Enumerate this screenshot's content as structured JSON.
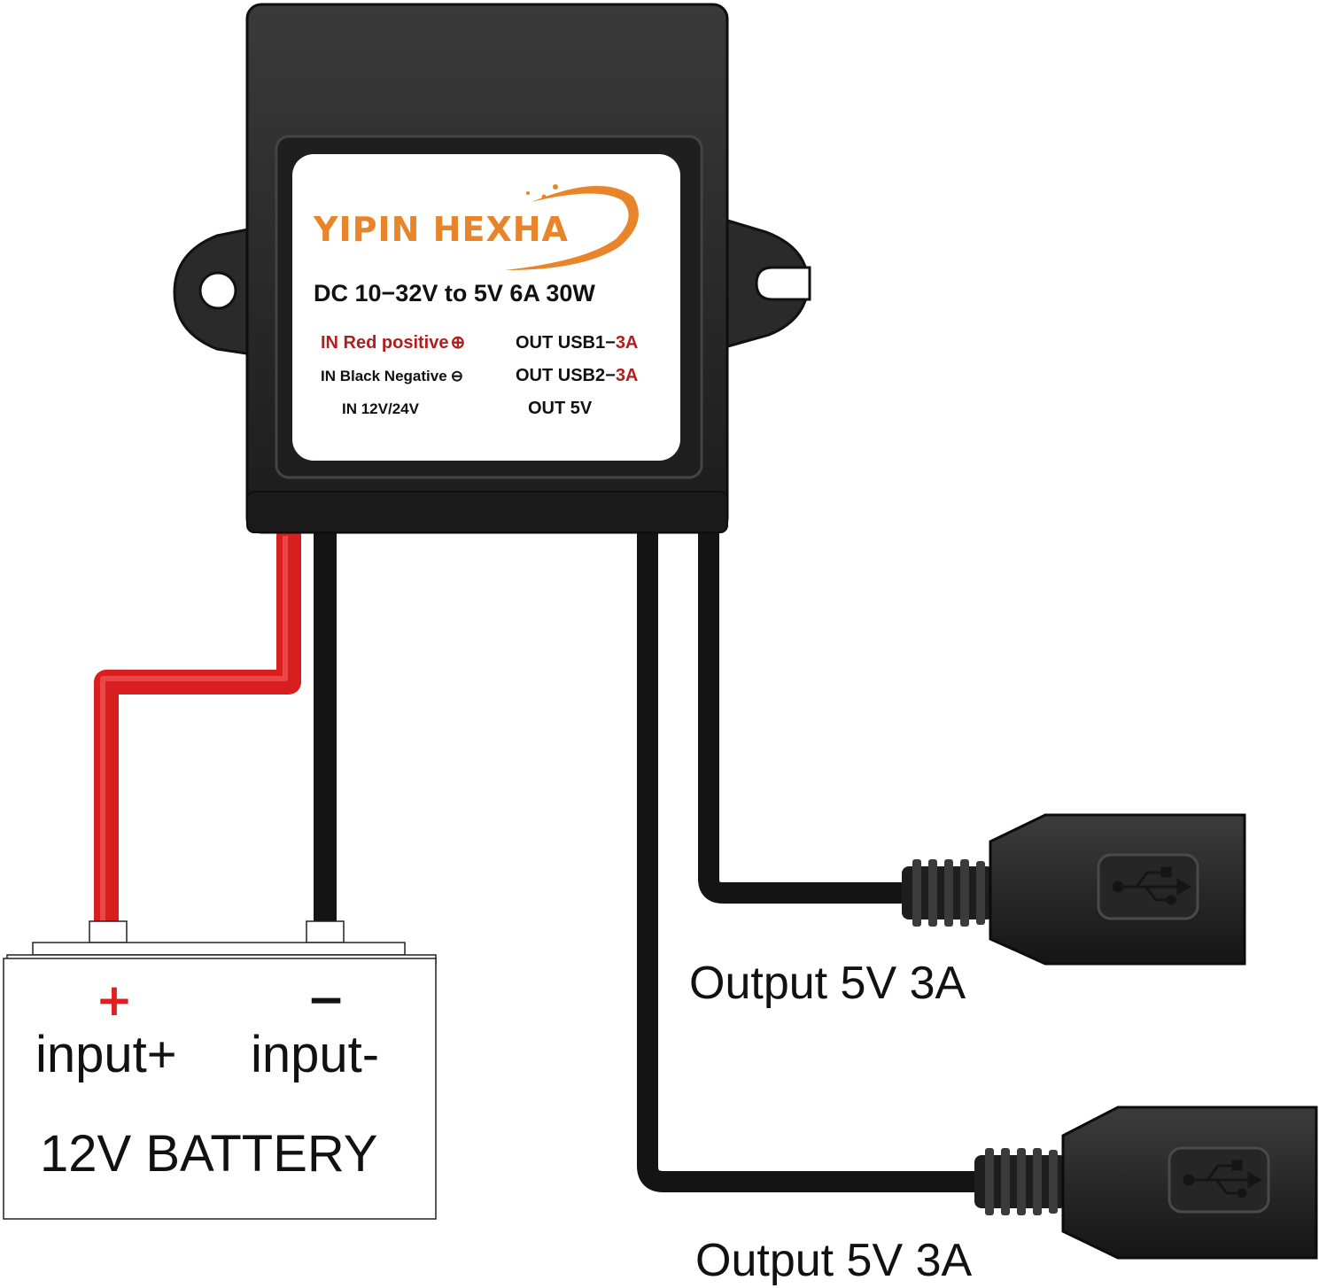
{
  "label": {
    "brand": "YIPIN HEXHA",
    "spec": "DC 10−32V to 5V 6A 30W",
    "in_red": "IN Red positive",
    "in_red_symbol": "⊕",
    "in_black": "IN Black Negative",
    "in_black_symbol": "⊖",
    "in_voltage": "IN 12V/24V",
    "out_usb1": "OUT USB1−",
    "out_usb1_amp": "3A",
    "out_usb2": "OUT USB2−",
    "out_usb2_amp": "3A",
    "out_voltage": "OUT 5V"
  },
  "battery": {
    "plus_symbol": "+",
    "minus_symbol": "−",
    "input_plus": "input+",
    "input_minus": "input-",
    "name": "12V BATTERY"
  },
  "outputs": [
    {
      "label": "Output 5V 3A"
    },
    {
      "label": "Output 5V 3A"
    }
  ],
  "colors": {
    "brand_orange": "#e8852a",
    "red_text": "#b01e1e",
    "red_wire": "#d81e1e",
    "black_wire": "#141414",
    "housing": "#2b2b2b",
    "label_bg": "#ffffff"
  }
}
